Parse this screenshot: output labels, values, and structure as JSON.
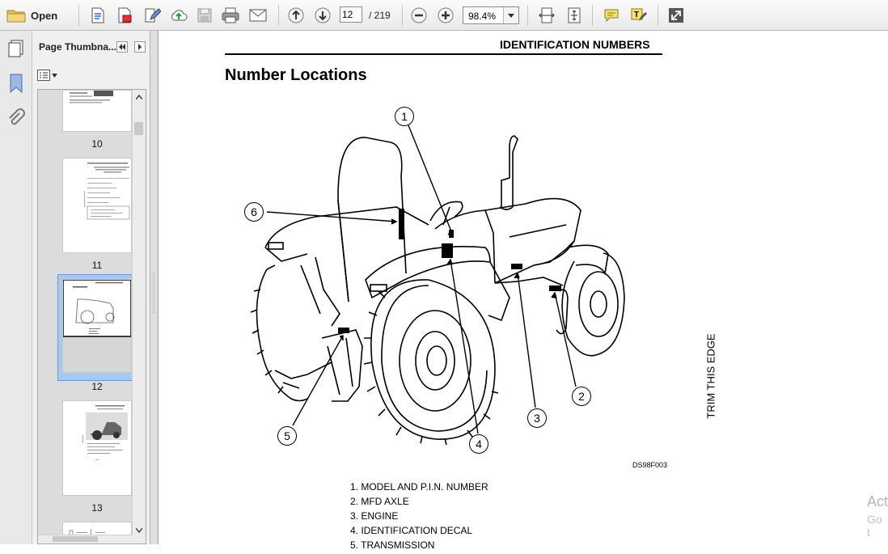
{
  "toolbar": {
    "open_label": "Open",
    "page_current": "12",
    "page_total": "/ 219",
    "zoom": "98.4%"
  },
  "sidebar": {
    "title": "Page Thumbna...",
    "thumbnails": [
      {
        "number": "10",
        "selected": false
      },
      {
        "number": "11",
        "selected": false
      },
      {
        "number": "12",
        "selected": true
      },
      {
        "number": "13",
        "selected": false
      }
    ]
  },
  "document": {
    "header": "IDENTIFICATION NUMBERS",
    "title": "Number Locations",
    "figure_code": "DS98F003",
    "trim_text": "TRIM THIS EDGE",
    "callouts": [
      "1",
      "2",
      "3",
      "4",
      "5",
      "6"
    ],
    "legend": [
      "1.   MODEL AND P.I.N. NUMBER",
      "2.   MFD AXLE",
      "3.   ENGINE",
      "4.   IDENTIFICATION DECAL",
      "5.   TRANSMISSION"
    ]
  },
  "watermark": {
    "line1": "Act",
    "line2": "Go t"
  },
  "colors": {
    "toolbar_bg": "#ececec",
    "selection": "#8fb6e8"
  }
}
